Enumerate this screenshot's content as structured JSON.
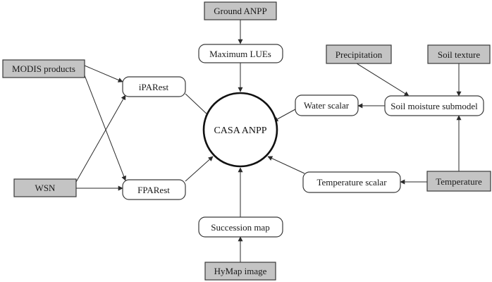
{
  "center": {
    "label": "CASA ANPP"
  },
  "nodes": {
    "ground_anpp": "Ground ANPP",
    "max_lues": "Maximum LUEs",
    "modis": "MODIS products",
    "iparest": "iPARest",
    "wsn": "WSN",
    "fparest": "FPARest",
    "succession_map": "Succession map",
    "hymap": "HyMap image",
    "precipitation": "Precipitation",
    "soil_texture": "Soil texture",
    "water_scalar": "Water scalar",
    "soil_moisture": "Soil moisture submodel",
    "temperature_scalar": "Temperature scalar",
    "temperature": "Temperature"
  },
  "colors": {
    "input_fill": "#c4c4c4",
    "process_fill": "#ffffff",
    "stroke": "#3a3a3a"
  }
}
